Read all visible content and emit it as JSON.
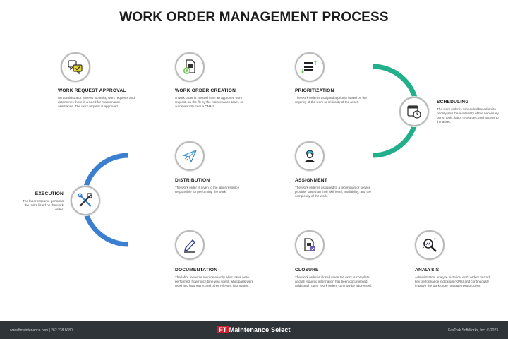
{
  "title": "WORK ORDER MANAGEMENT PROCESS",
  "colors": {
    "yellow": "#f2e23a",
    "green": "#5cbf3f",
    "teal": "#22b08c",
    "sky": "#3cb6d4",
    "blue": "#3b7fd0",
    "navy": "#33409a",
    "purple": "#4a2f84",
    "footer_bg": "#2e3438",
    "brand_red": "#c8202e"
  },
  "steps": [
    {
      "id": "work-request-approval",
      "title": "WORK REQUEST APPROVAL",
      "icon": "chat-check-icon",
      "description": "An administrator reviews incoming work requests and determines there is a need for maintenance assistance. The work request is approved."
    },
    {
      "id": "work-order-creation",
      "title": "WORK ORDER CREATION",
      "icon": "document-add-icon",
      "description": "A work order is created from an approved work request, on-the-fly by the maintenance team, or automatically from a CMMS."
    },
    {
      "id": "prioritization",
      "title": "PRIORITIZATION",
      "icon": "stack-priority-icon",
      "description": "The work order is assigned a priority based on the urgency of the work or criticality of the asset."
    },
    {
      "id": "scheduling",
      "title": "SCHEDULING",
      "icon": "calendar-clock-icon",
      "description": "The work order is scheduled based on its priority and the availability of the necessary parts, tools, labor resources, and access to the asset."
    },
    {
      "id": "assignment",
      "title": "ASSIGNMENT",
      "icon": "technician-icon",
      "description": "The work order is assigned to a technician or service provider based on their skill level, availability, and the complexity of the work."
    },
    {
      "id": "distribution",
      "title": "DISTRIBUTION",
      "icon": "paper-plane-icon",
      "description": "The work order is given to the labor resource responsible for performing the work."
    },
    {
      "id": "execution",
      "title": "EXECUTION",
      "icon": "tools-icon",
      "description": "The labor resource performs the tasks listed on the work order."
    },
    {
      "id": "documentation",
      "title": "DOCUMENTATION",
      "icon": "pencil-icon",
      "description": "The labor resource records exactly what tasks were performed, how much time was spent, what parts were used and how many, and other relevant information."
    },
    {
      "id": "closure",
      "title": "CLOSURE",
      "icon": "document-check-icon",
      "description": "The work order is closed when the work is complete and all required information has been documented. Additional \"open\" work orders can now be addressed."
    },
    {
      "id": "analysis",
      "title": "ANALYSIS",
      "icon": "magnifier-chart-icon",
      "description": "Administrators analyze historical work orders to track key performance indicators (KPIs) and continuously improve the work order management process."
    }
  ],
  "footer": {
    "contact": "www.ftmaintenance.com | 262.238.8080",
    "brand_mark": "FT",
    "brand_name": "Maintenance Select",
    "copyright": "FasTrak SoftWorks, Inc. © 2023"
  }
}
